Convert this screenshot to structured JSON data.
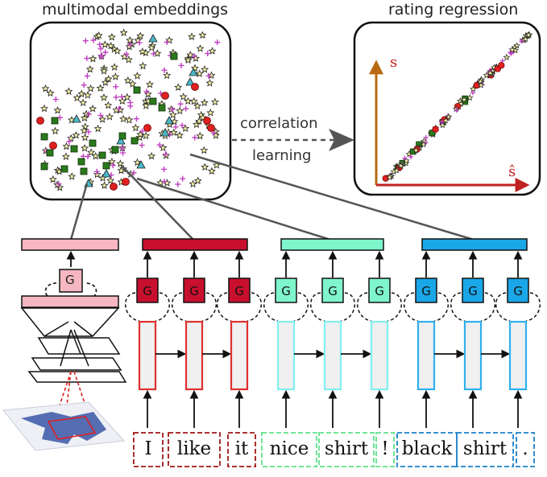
{
  "titles": {
    "left": "multimodal embeddings",
    "right": "rating regression",
    "mid_top": "correlation",
    "mid_bottom": "learning"
  },
  "axes": {
    "y": "s",
    "x": "ŝ"
  },
  "gate_label": "G",
  "words": [
    {
      "text": "I",
      "group": "red"
    },
    {
      "text": "like",
      "group": "red"
    },
    {
      "text": "it",
      "group": "red"
    },
    {
      "text": "nice",
      "group": "green"
    },
    {
      "text": "shirt",
      "group": "green"
    },
    {
      "text": "!",
      "group": "green"
    },
    {
      "text": "black",
      "group": "blue"
    },
    {
      "text": "shirt",
      "group": "blue"
    },
    {
      "text": ".",
      "group": "blue"
    }
  ],
  "colors": {
    "red": "#c8102e",
    "green": "#7ff5cc",
    "blue": "#1aa7e8",
    "pink": "#f6b7c1",
    "rnn_red": "#e03030",
    "rnn_green": "#7ff0f0",
    "rnn_blue": "#30b0ee",
    "axis_y": "#b86a10",
    "axis_x": "#c02020"
  },
  "icons": [
    "star-marker",
    "plus-marker",
    "triangle-marker",
    "square-marker",
    "circle-marker",
    "arrow-icon"
  ]
}
